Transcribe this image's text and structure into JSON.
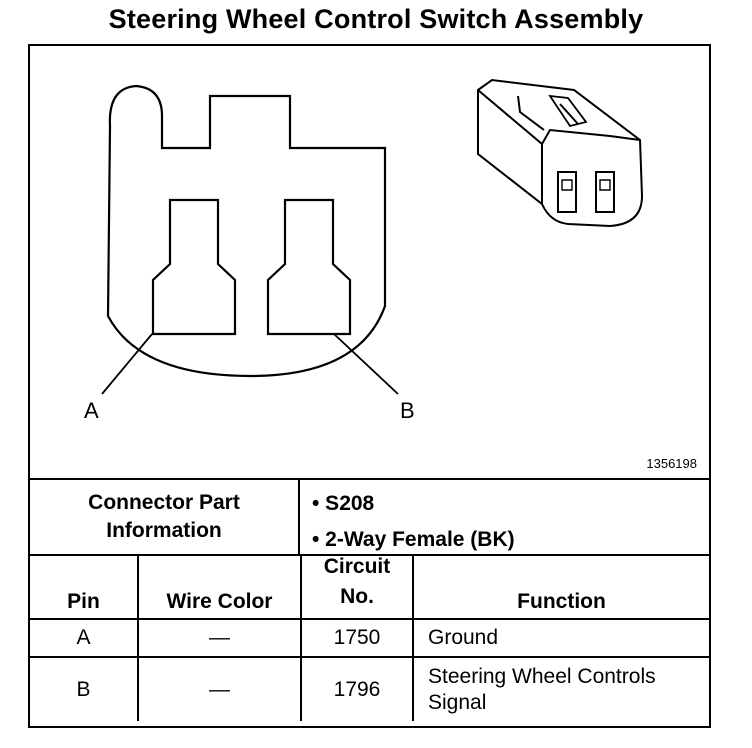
{
  "title": "Steering Wheel Control Switch Assembly",
  "diagram": {
    "figure_number": "1356198",
    "pin_labels": [
      "A",
      "B"
    ]
  },
  "connector_info": {
    "label_line1": "Connector Part",
    "label_line2": "Information",
    "details": [
      "• S208",
      "• 2-Way Female (BK)"
    ]
  },
  "table": {
    "headers": {
      "pin": "Pin",
      "wire_color": "Wire Color",
      "circuit_line1": "Circuit",
      "circuit_line2": "No.",
      "function": "Function"
    },
    "rows": [
      {
        "pin": "A",
        "wire_color": "—",
        "circuit": "1750",
        "function_line1": "Ground",
        "function_line2": ""
      },
      {
        "pin": "B",
        "wire_color": "—",
        "circuit": "1796",
        "function_line1": "Steering Wheel Controls",
        "function_line2": "Signal"
      }
    ]
  }
}
